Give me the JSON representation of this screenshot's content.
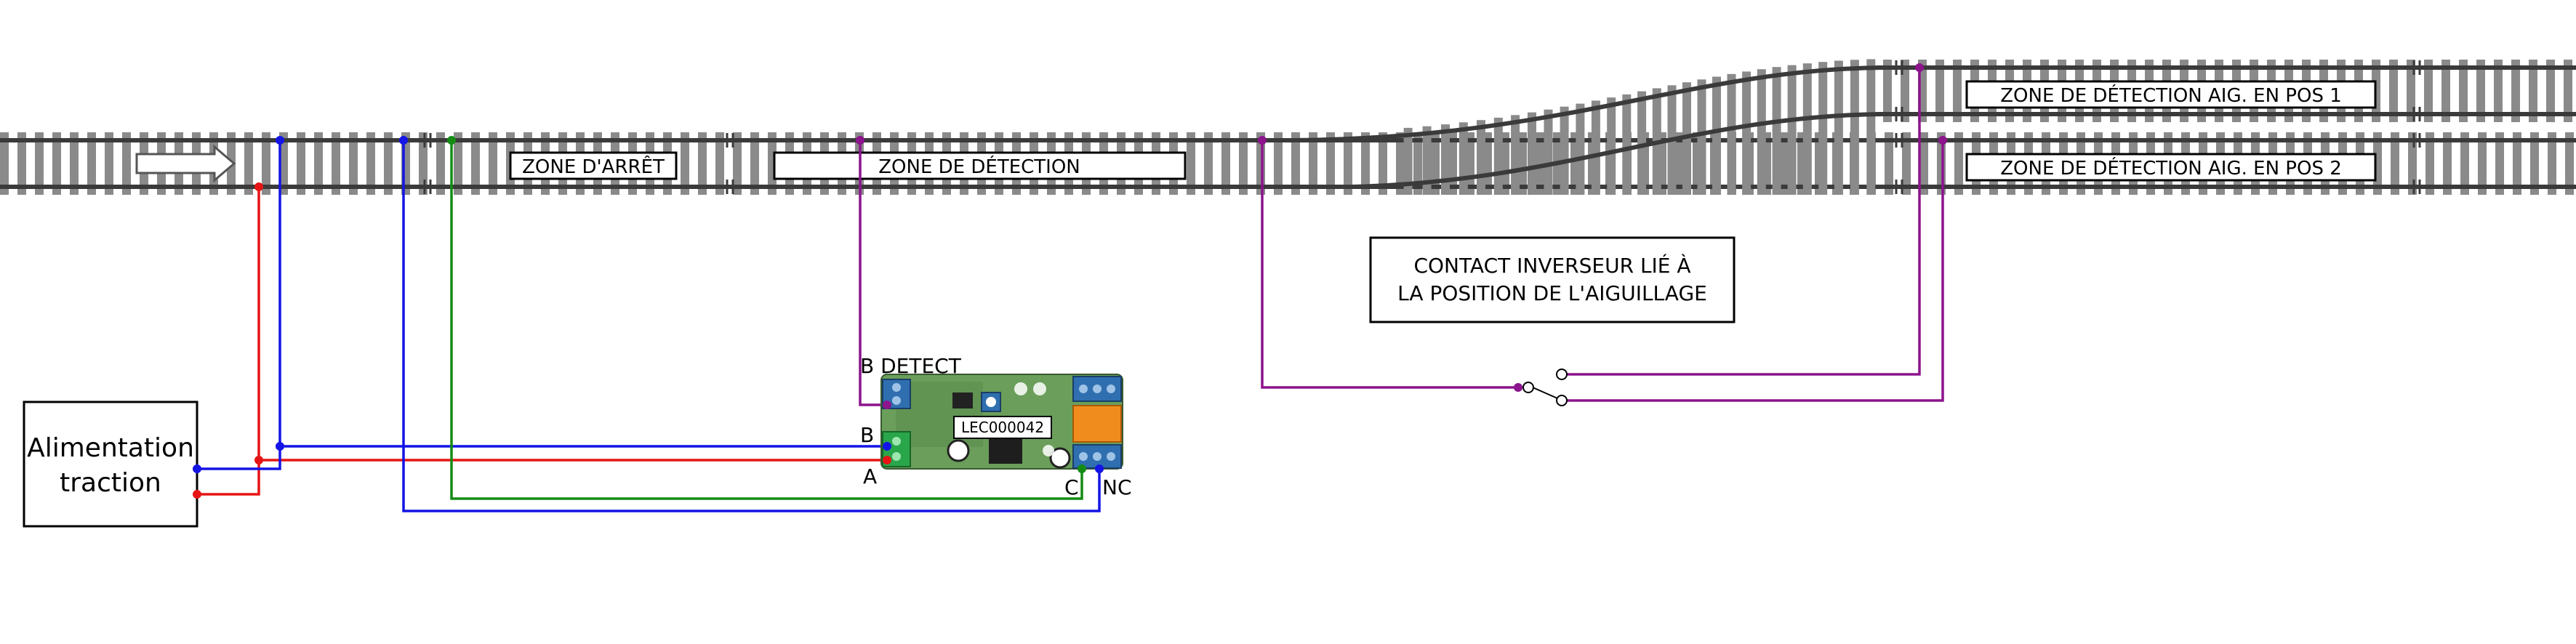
{
  "labels": {
    "zone_arret": "ZONE D'ARRÊT",
    "zone_detection": "ZONE DE DÉTECTION",
    "zone_aig_pos1": "ZONE DE DÉTECTION AIG. EN POS 1",
    "zone_aig_pos2": "ZONE DE DÉTECTION AIG. EN POS 2",
    "contact_line1": "CONTACT INVERSEUR LIÉ À",
    "contact_line2": "LA POSITION DE L'AIGUILLAGE",
    "power_line1": "Alimentation",
    "power_line2": "traction",
    "module_ref": "LEC000042",
    "term_b_detect": "B DETECT",
    "term_b": "B",
    "term_a": "A",
    "term_c": "C",
    "term_nc": "NC"
  },
  "colors": {
    "rail": "#3a3a3a",
    "sleeper": "#8a8a8a",
    "wire_blue": "#1414e6",
    "wire_red": "#e61414",
    "wire_green": "#148c14",
    "wire_purple": "#8c148c",
    "pcb": "#6a9e5a",
    "terminal_blue": "#2f6fb0",
    "terminal_green": "#2aa64a",
    "relay_orange": "#f08c1e"
  },
  "icons": {
    "direction": "direction-arrow-icon",
    "switch": "changeover-switch-icon"
  }
}
